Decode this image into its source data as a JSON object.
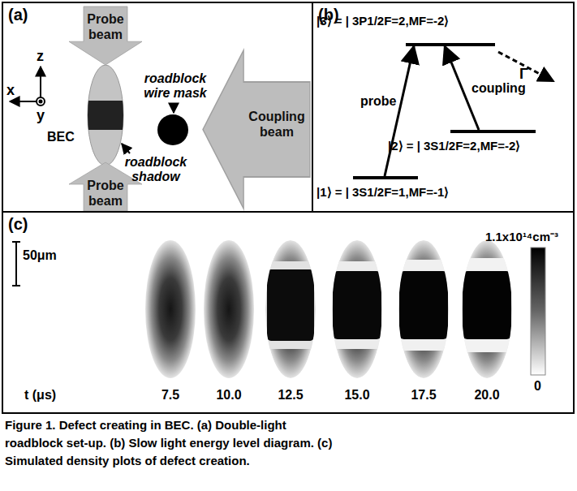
{
  "diagram": {
    "caption": "Figure 1. Defect creating in BEC. (a) Double-light roadblock set-up. (b) Slow light energy level diagram. (c) Simulated density plots of defect creation.",
    "nodes": [
      {
        "text": [
          "(a)"
        ]
      },
      {
        "text": [
          "Probe beam"
        ],
        "in": 0
      },
      {
        "text": [
          "Probe beam"
        ],
        "in": 0
      },
      {
        "text": [
          "Coupling beam"
        ],
        "in": 0
      },
      {
        "text": [
          "(b)"
        ]
      },
      {
        "text": [
          "|3⟩ = | 3P1/2F=2,MF=-2⟩"
        ],
        "in": 4
      },
      {
        "text": [
          "|2⟩ = | 3S1/2F=2,MF=-2⟩"
        ],
        "in": 4
      },
      {
        "text": [
          "|1⟩ = | 3S1/2F=1,MF=-1⟩"
        ],
        "in": 4
      },
      {
        "text": [
          "(c)"
        ]
      }
    ],
    "edges": [
      {
        "from": 7,
        "to": 5,
        "label": "probe",
        "arrow": "to"
      },
      {
        "from": 6,
        "to": 5,
        "label": "coupling",
        "arrow": "to"
      }
    ],
    "labels": [
      "z",
      "x",
      "y",
      "BEC",
      "roadblock wire mask",
      "roadblock shadow",
      "Γ",
      "50μm",
      "t (μs)",
      "7.5",
      "10.0",
      "12.5",
      "15.0",
      "17.5",
      "20.0",
      "1.1x10¹⁴cm⁻³",
      "0"
    ]
  }
}
